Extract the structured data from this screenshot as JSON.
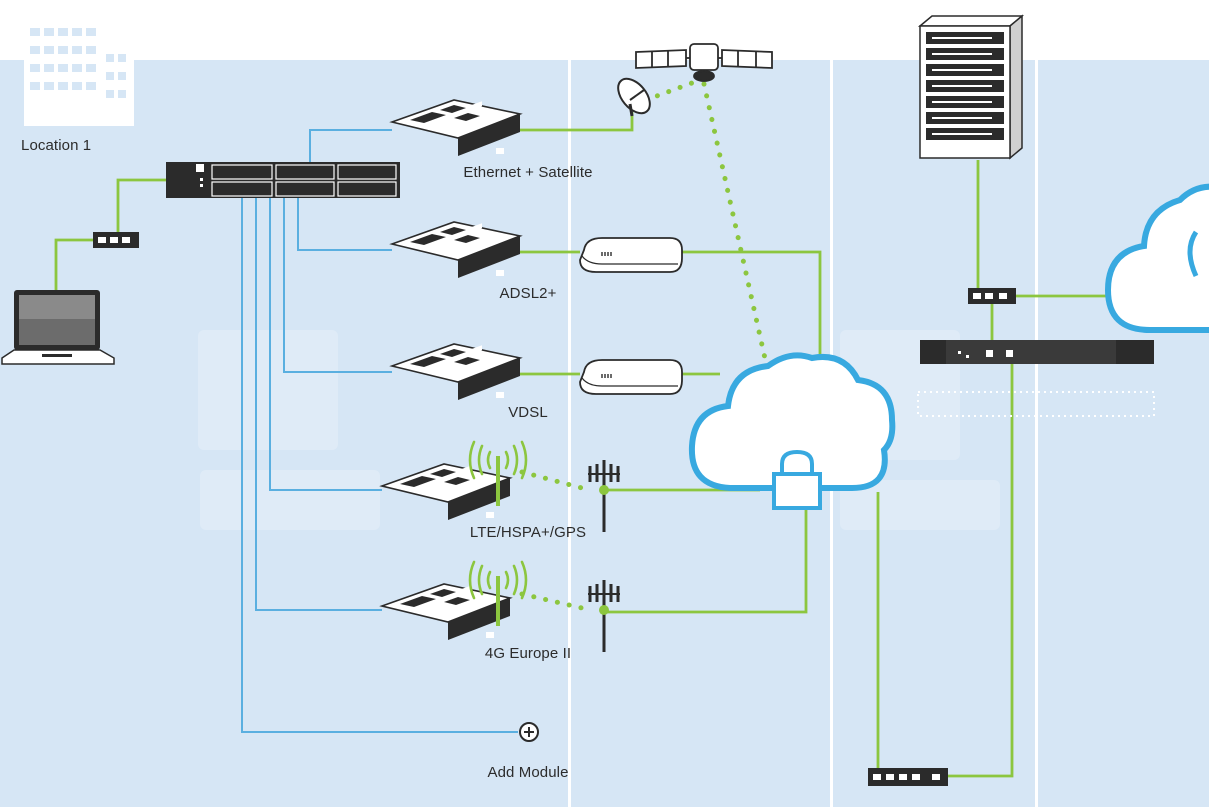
{
  "diagram": {
    "location_label": "Location 1",
    "modules": [
      {
        "label": "Ethernet + Satellite"
      },
      {
        "label": "ADSL2+"
      },
      {
        "label": "VDSL"
      },
      {
        "label": "LTE/HSPA+/GPS"
      },
      {
        "label": "4G Europe II"
      }
    ],
    "add_module_label": "Add Module"
  },
  "colors": {
    "background": "#d6e6f5",
    "blue_link": "#5aafe0",
    "green_link": "#8cc63f",
    "cloud_stroke": "#38a9e0",
    "device_dark": "#2b2b2b"
  }
}
